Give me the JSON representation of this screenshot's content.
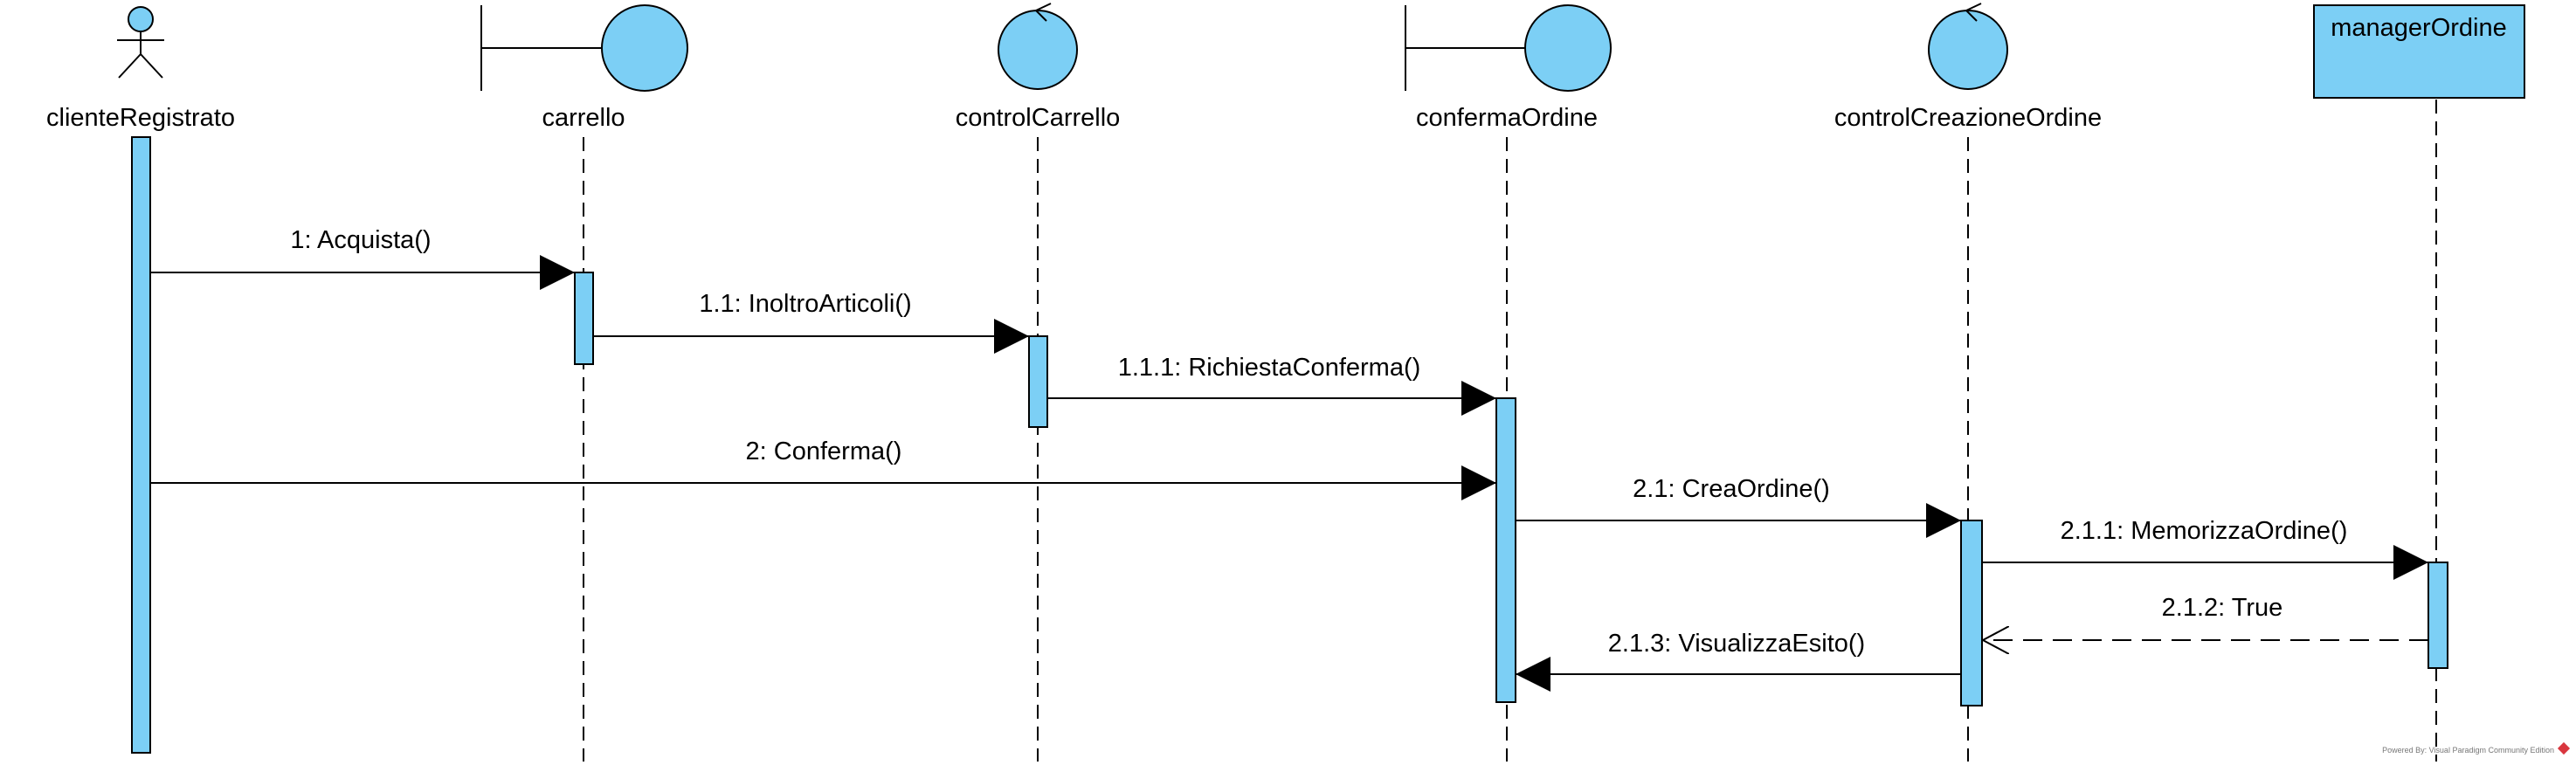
{
  "diagram": {
    "colors": {
      "fill": "#7ccff5",
      "stroke": "#000000",
      "watermark_logo": "#d9363e"
    },
    "lifelines": [
      {
        "id": "clienteRegistrato",
        "name": "clienteRegistrato",
        "kind": "actor"
      },
      {
        "id": "carrello",
        "name": "carrello",
        "kind": "boundary"
      },
      {
        "id": "controlCarrello",
        "name": "controlCarrello",
        "kind": "control"
      },
      {
        "id": "confermaOrdine",
        "name": "confermaOrdine",
        "kind": "boundary"
      },
      {
        "id": "controlCreazioneOrdine",
        "name": "controlCreazioneOrdine",
        "kind": "control"
      },
      {
        "id": "managerOrdine",
        "name": "managerOrdine",
        "kind": "object"
      }
    ],
    "messages": [
      {
        "label": "1: Acquista()",
        "from": "clienteRegistrato",
        "to": "carrello",
        "type": "sync"
      },
      {
        "label": "1.1: InoltroArticoli()",
        "from": "carrello",
        "to": "controlCarrello",
        "type": "sync"
      },
      {
        "label": "1.1.1: RichiestaConferma()",
        "from": "controlCarrello",
        "to": "confermaOrdine",
        "type": "sync"
      },
      {
        "label": "2: Conferma()",
        "from": "clienteRegistrato",
        "to": "confermaOrdine",
        "type": "sync"
      },
      {
        "label": "2.1: CreaOrdine()",
        "from": "confermaOrdine",
        "to": "controlCreazioneOrdine",
        "type": "sync"
      },
      {
        "label": "2.1.1: MemorizzaOrdine()",
        "from": "controlCreazioneOrdine",
        "to": "managerOrdine",
        "type": "sync"
      },
      {
        "label": "2.1.2: True",
        "from": "managerOrdine",
        "to": "controlCreazioneOrdine",
        "type": "return"
      },
      {
        "label": "2.1.3: VisualizzaEsito()",
        "from": "controlCreazioneOrdine",
        "to": "confermaOrdine",
        "type": "sync"
      }
    ],
    "watermark": "Powered By: Visual Paradigm Community Edition"
  }
}
